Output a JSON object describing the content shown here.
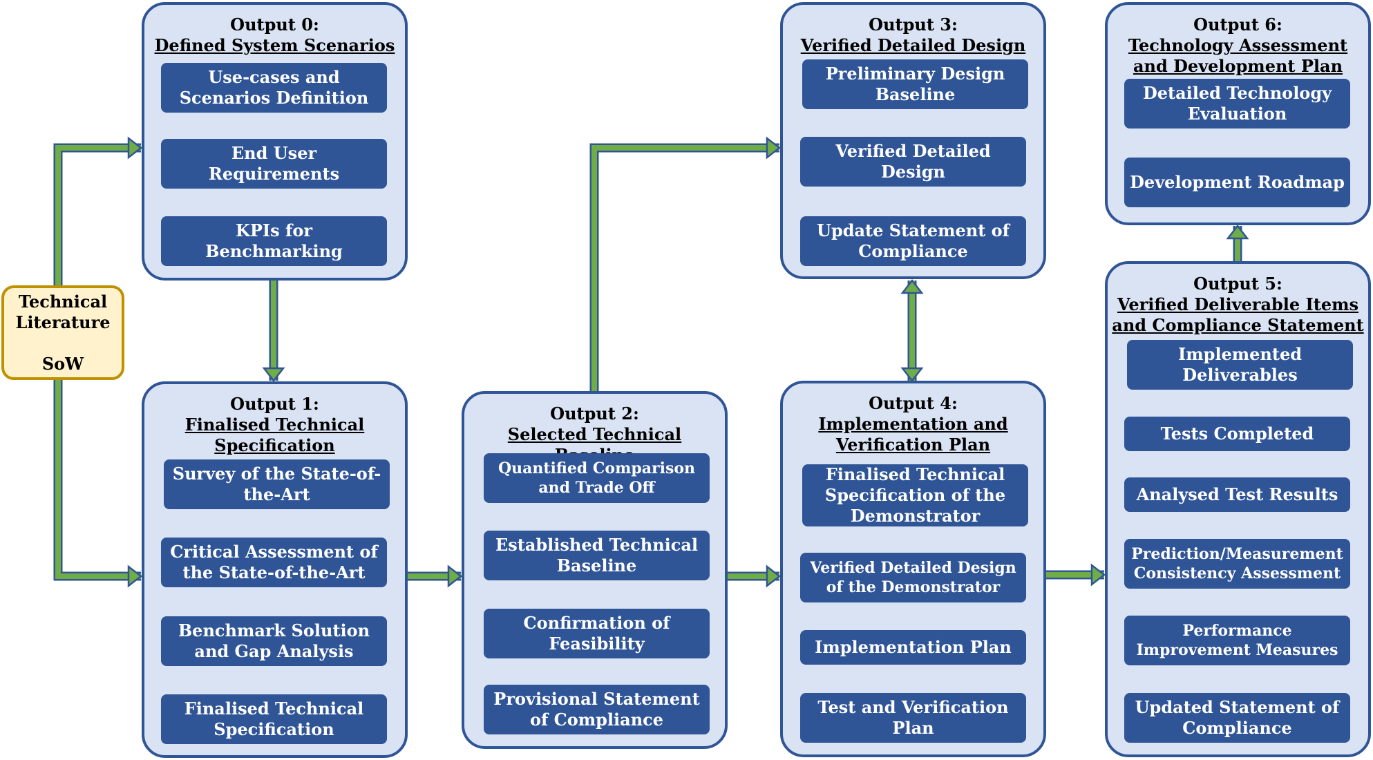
{
  "colors": {
    "container_fill": "#dae3f3",
    "container_border": "#2f5597",
    "step_fill": "#2f5597",
    "step_text": "#ffffff",
    "green_arrow": "#70ad47",
    "blue_arrow": "#5b9bd5",
    "literature_fill": "#fff2cc",
    "literature_border": "#bf9000"
  },
  "source": {
    "line1": "Technical",
    "line2": "Literature",
    "line3": "SoW"
  },
  "outputs": [
    {
      "heading": "Output 0:",
      "subtitle_lines": [
        "Defined System Scenarios"
      ],
      "steps": [
        "Use-cases and Scenarios Definition",
        "End User Requirements",
        "KPIs for Benchmarking"
      ]
    },
    {
      "heading": "Output 1:",
      "subtitle_lines": [
        "Finalised Technical",
        "Specification"
      ],
      "steps": [
        "Survey of the State-of-the-Art",
        "Critical Assessment of the State-of-the-Art",
        "Benchmark Solution and Gap Analysis",
        "Finalised Technical Specification"
      ]
    },
    {
      "heading": "Output 2:",
      "subtitle_lines": [
        "Selected Technical Baseline"
      ],
      "steps": [
        "Quantified Comparison and Trade Off",
        "Established Technical Baseline",
        "Confirmation of Feasibility",
        "Provisional Statement of Compliance"
      ]
    },
    {
      "heading": "Output 3:",
      "subtitle_lines": [
        "Verified Detailed Design"
      ],
      "steps": [
        "Preliminary Design Baseline",
        "Verified Detailed Design",
        "Update Statement of Compliance"
      ]
    },
    {
      "heading": "Output 4:",
      "subtitle_lines": [
        "Implementation and",
        "Verification Plan"
      ],
      "steps": [
        "Finalised Technical Specification of the Demonstrator",
        "Verified Detailed Design of the Demonstrator",
        "Implementation Plan",
        "Test and Verification Plan"
      ]
    },
    {
      "heading": "Output 5:",
      "subtitle_lines": [
        "Verified Deliverable Items",
        "and Compliance Statement"
      ],
      "steps": [
        "Implemented Deliverables",
        "Tests Completed",
        "Analysed Test Results",
        "Prediction/Measurement Consistency Assessment",
        "Performance Improvement Measures",
        "Updated Statement of Compliance"
      ]
    },
    {
      "heading": "Output 6:",
      "subtitle_lines": [
        "Technology Assessment",
        "and Development Plan"
      ],
      "steps": [
        "Detailed Technology Evaluation",
        "Development Roadmap"
      ]
    }
  ]
}
